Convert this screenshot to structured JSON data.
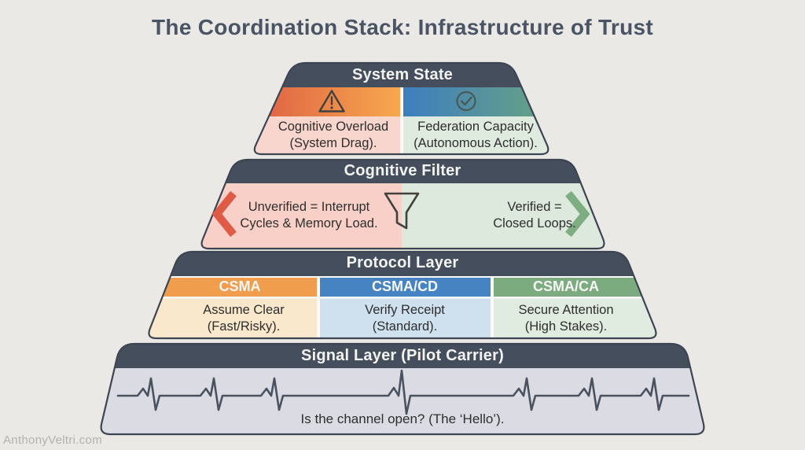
{
  "title": "The Coordination Stack: Infrastructure of Trust",
  "watermark": "AnthonyVeltri.com",
  "palette": {
    "background": "#eae9e6",
    "headerDark": "#454e5c",
    "outline": "#3d4452",
    "titleColor": "#4b5464",
    "textDark": "#2e2e2e",
    "white": "#fafaf8",
    "warnGradStart": "#db5742",
    "warnGradEnd": "#f7a84e",
    "okGradStart": "#3d7ec0",
    "okGradEnd": "#6fa87a",
    "pinkLight": "#f8d6cd",
    "greenLight": "#e0ebdf",
    "pinkBody": "#f8d0c7",
    "greenBody": "#dde9dc",
    "chevronRed": "#e05b45",
    "chevronGreen": "#7ead81",
    "csmaOrange": "#f09d4d",
    "csmaBlue": "#4583c2",
    "csmaGreen": "#7dab80",
    "csmaOrangeLight": "#fae8cd",
    "csmaBlueLight": "#cfe0ef",
    "csmaGreenLight": "#e0ecdf",
    "signalBody": "#dbdce3",
    "ekgStroke": "#4a5260",
    "iconDark": "#41403e",
    "checkIcon": "#485a55",
    "watermarkColor": "#b1b1ae"
  },
  "icons": {
    "system_left": "warning-triangle",
    "system_right": "check-circle",
    "filter_left": "chevron-left",
    "filter_center": "funnel",
    "filter_right": "chevron-right",
    "signal": "ekg-waveform"
  },
  "layers": {
    "system_state": {
      "header": "System State",
      "left_text": "Cognitive Overload\n(System Drag).",
      "right_text": "Federation Capacity\n(Autonomous Action)."
    },
    "cognitive_filter": {
      "header": "Cognitive Filter",
      "left_text": "Unverified = Interrupt\nCycles & Memory Load.",
      "right_text": "Verified =\nClosed Loops."
    },
    "protocol_layer": {
      "header": "Protocol Layer",
      "columns": [
        {
          "name": "CSMA",
          "text": "Assume Clear\n(Fast/Risky)."
        },
        {
          "name": "CSMA/CD",
          "text": "Verify Receipt\n(Standard)."
        },
        {
          "name": "CSMA/CA",
          "text": "Secure Attention\n(High Stakes)."
        }
      ]
    },
    "signal_layer": {
      "header": "Signal Layer (Pilot Carrier)",
      "caption": "Is the channel open? (The ‘Hello’)."
    }
  }
}
